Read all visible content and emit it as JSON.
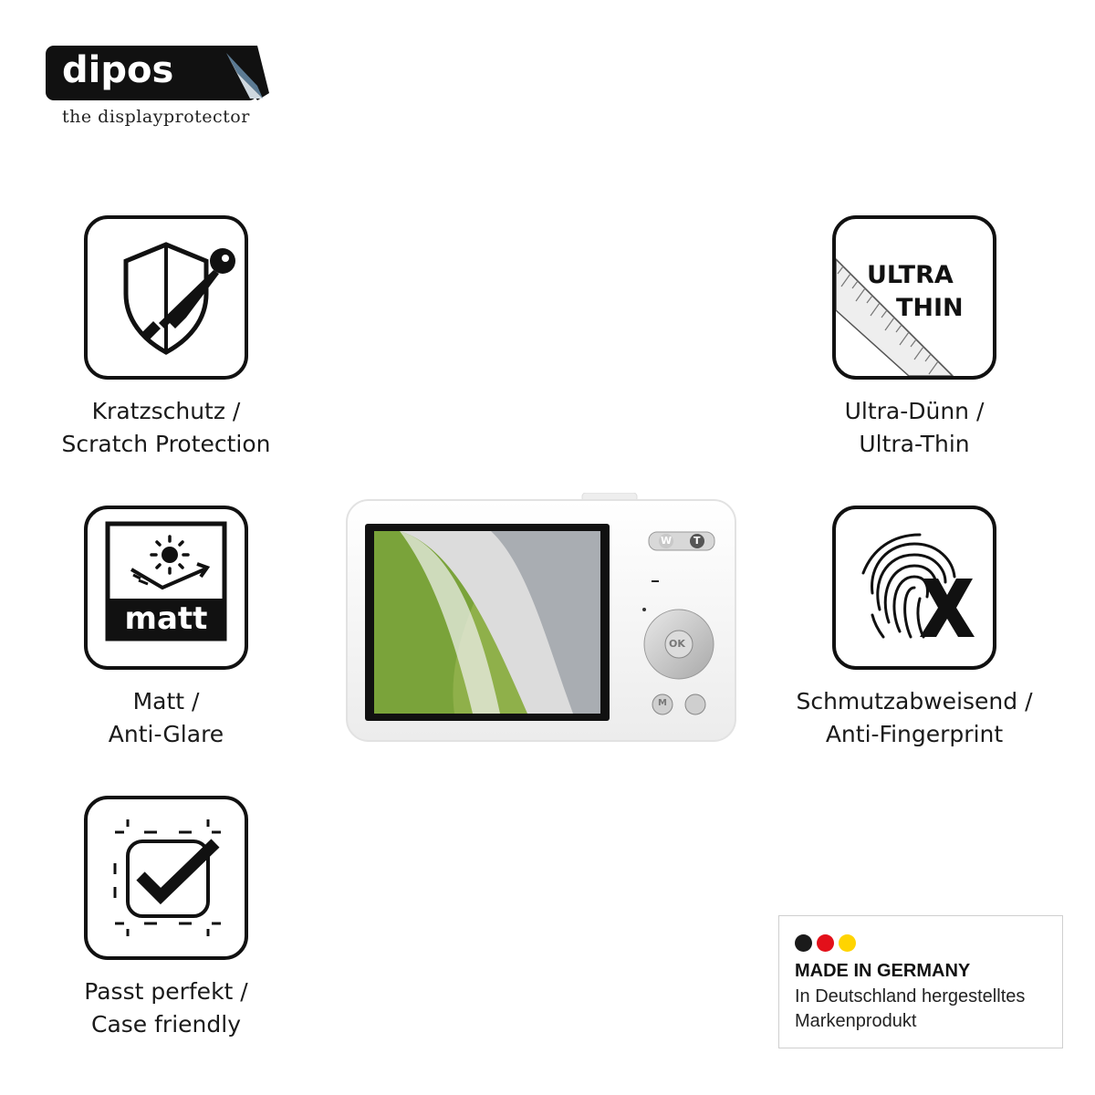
{
  "brand": {
    "name": "dipos",
    "tagline": "the displayprotector"
  },
  "features": [
    {
      "icon": "shield-key-icon",
      "line1": "Kratzschutz /",
      "line2": "Scratch Protection"
    },
    {
      "icon": "matt-sun-icon",
      "badge": "matt",
      "line1": "Matt /",
      "line2": "Anti-Glare"
    },
    {
      "icon": "checkmark-frame-icon",
      "line1": "Passt perfekt /",
      "line2": "Case friendly"
    },
    {
      "icon": "ultra-thin-ruler-icon",
      "badge_line1": "ULTRA",
      "badge_line2": "THIN",
      "line1": "Ultra-Dünn /",
      "line2": "Ultra-Thin"
    },
    {
      "icon": "fingerprint-x-icon",
      "line1": "Schmutzabweisend /",
      "line2": "Anti-Fingerprint"
    }
  ],
  "camera": {
    "zoom_wide": "W",
    "zoom_tele": "T",
    "ok": "OK",
    "mode": "M"
  },
  "made_in_germany": {
    "title": "MADE IN GERMANY",
    "line1": "In Deutschland hergestelltes",
    "line2": "Markenprodukt",
    "colors": [
      "#1a1a1a",
      "#e3101a",
      "#ffd400"
    ]
  }
}
